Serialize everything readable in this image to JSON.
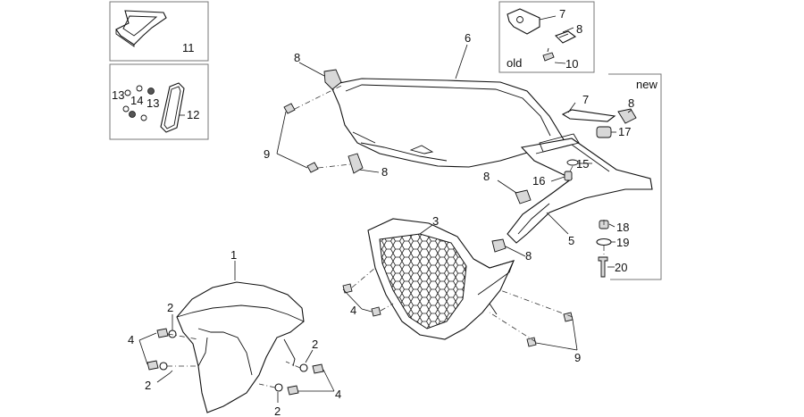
{
  "callouts": {
    "c1": "1",
    "c2a": "2",
    "c2b": "2",
    "c2c": "2",
    "c2d": "2",
    "c3": "3",
    "c4a": "4",
    "c4b": "4",
    "c4c": "4",
    "c5": "5",
    "c6": "6",
    "c7a": "7",
    "c7b": "7",
    "c8a": "8",
    "c8b": "8",
    "c8c": "8",
    "c8d": "8",
    "c8e": "8",
    "c8f": "8",
    "c9a": "9",
    "c9b": "9",
    "c10": "10",
    "c11": "11",
    "c12": "12",
    "c13a": "13",
    "c13b": "13",
    "c14": "14",
    "c15": "15",
    "c16": "16",
    "c17": "17",
    "c18": "18",
    "c19": "19",
    "c20": "20"
  },
  "boxes": {
    "old_label": "old",
    "new_label": "new"
  }
}
